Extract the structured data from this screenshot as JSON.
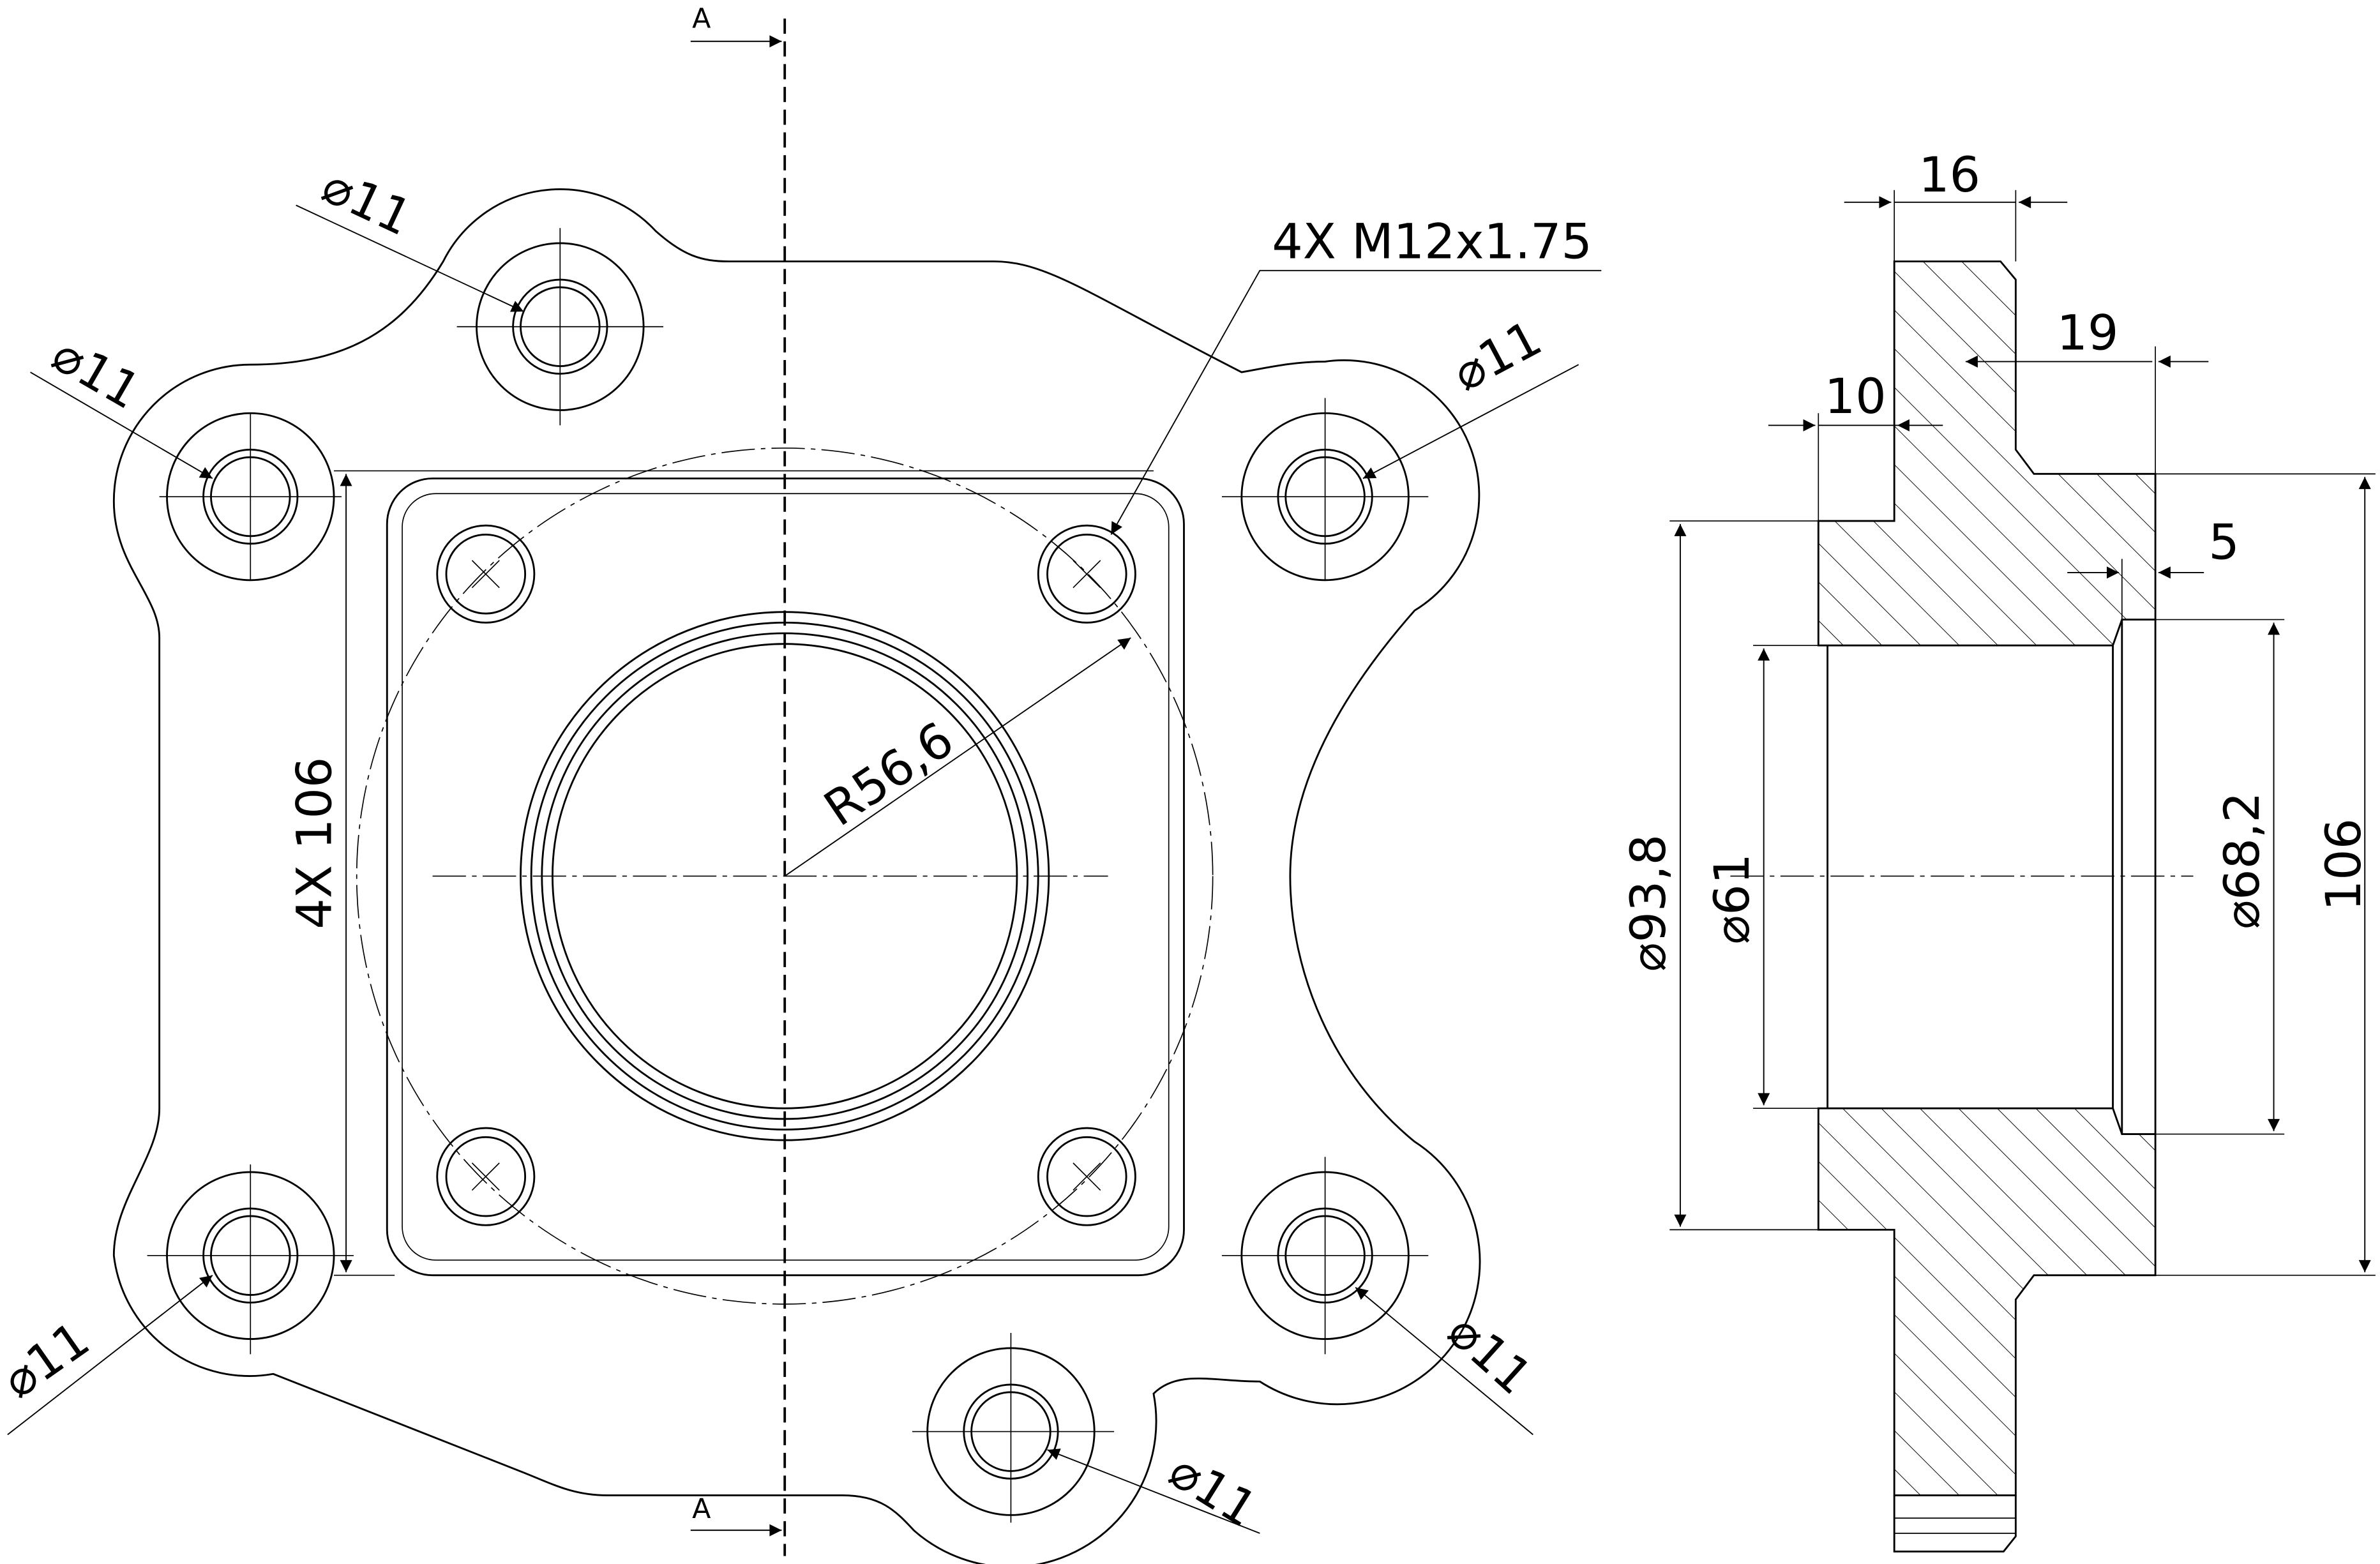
{
  "front_view": {
    "section_marker_top": "A",
    "section_marker_bottom": "A",
    "thread_callout": "4X M12x1.75",
    "radius_label": "R56,6",
    "spacing_label": "4X 106",
    "hole_labels": [
      "⌀11",
      "⌀11",
      "⌀11",
      "⌀11",
      "⌀11",
      "⌀11"
    ]
  },
  "section_view": {
    "dim_16": "16",
    "dim_19": "19",
    "dim_10": "10",
    "dim_5": "5",
    "dia_93_8": "⌀93,8",
    "dia_61": "⌀61",
    "dia_68_2": "⌀68,2",
    "dim_106": "106"
  },
  "colors": {
    "line": "#000000",
    "background": "#ffffff"
  }
}
